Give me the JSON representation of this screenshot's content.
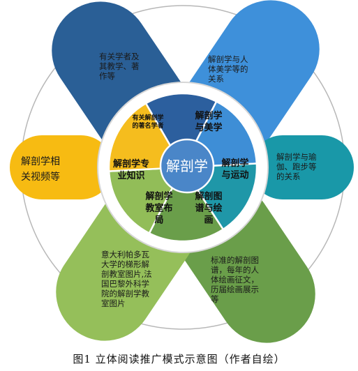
{
  "center": {
    "label": "解剖学",
    "color": "#4a86c8"
  },
  "caption": "图1 立体阅读推广模式示意图（作者自绘）",
  "segments": [
    {
      "id": "famous-scholars",
      "label": "有关解剖学\n的著名学者",
      "color": "#2c5f9e"
    },
    {
      "id": "aesthetics",
      "label": "解剖学\n与美学",
      "color": "#3e8ed6"
    },
    {
      "id": "sports",
      "label": "解剖学\n与运动",
      "color": "#1f97a8"
    },
    {
      "id": "anatomical-art",
      "label": "解剖图\n谱与绘\n画",
      "color": "#6a9e4a"
    },
    {
      "id": "teaching-room",
      "label": "解剖学\n教室布\n局",
      "color": "#92bd58"
    },
    {
      "id": "professional-knowledge",
      "label": "解剖学专\n业知识",
      "color": "#f5bd1e"
    }
  ],
  "petals": [
    {
      "id": "scholars",
      "text": "有关学者及\n其教学、著\n作等",
      "color": "#2a5f96"
    },
    {
      "id": "aesthetics",
      "text": "解剖学与人\n体美学等的\n关系",
      "color": "#3e90da"
    },
    {
      "id": "sports",
      "text": "解剖学与瑜\n伽、跑步等\n的关系",
      "color": "#1998a8"
    },
    {
      "id": "art",
      "text": "标准的解剖图\n谱，每年的人\n体绘画征文，\n历届绘画展示\n等",
      "color": "#6a9e4a"
    },
    {
      "id": "teaching",
      "text": "意大利帕多瓦\n大学的梯形解\n剖教室图片,法\n国巴黎外科学\n院的解剖学教\n室图片",
      "color": "#95bf5a"
    },
    {
      "id": "videos",
      "text": "解剖学相\n关视频等",
      "color": "#f7bb12"
    }
  ]
}
